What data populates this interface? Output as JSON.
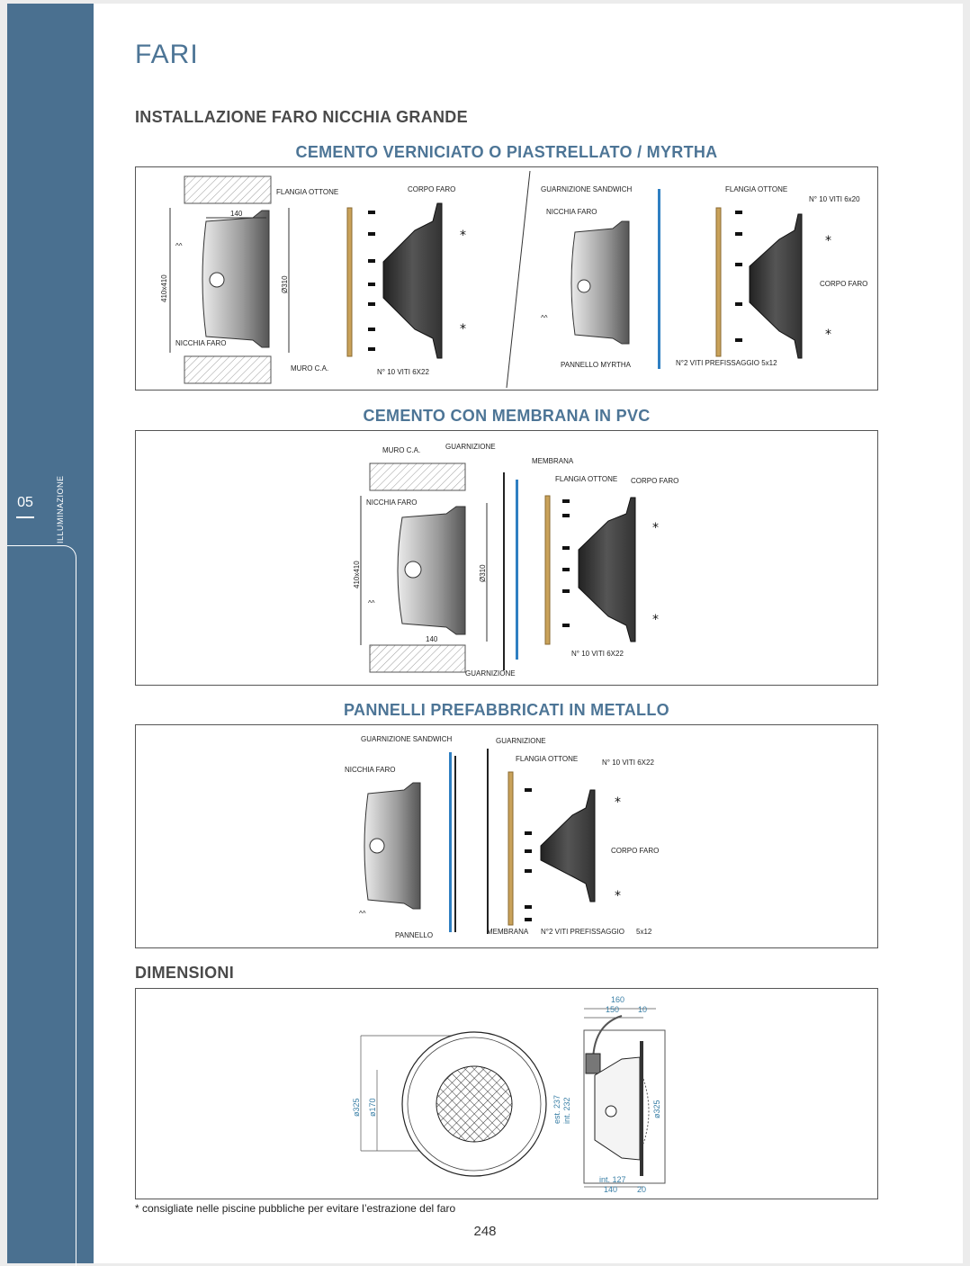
{
  "sidebar": {
    "chapter_number": "05",
    "chapter_name": "ILLUMINAZIONE"
  },
  "title": "FARI",
  "section_install": "INSTALLAZIONE FARO NICCHIA GRANDE",
  "panel1": {
    "heading": "CEMENTO VERNICIATO O PIASTRELLATO / MYRTHA",
    "labels": {
      "flangia": "FLANGIA OTTONE",
      "corpo": "CORPO FARO",
      "nicchia": "NICCHIA FARO",
      "muro": "MURO C.A.",
      "viti": "N° 10 VITI 6X22",
      "dim_140": "140",
      "dim_410": "410x410",
      "dim_310": "Ø310",
      "arrow": "^^",
      "star": "*",
      "guarnizione_sandwich": "GUARNIZIONE SANDWICH",
      "nicchia2": "NICCHIA FARO",
      "flangia2": "FLANGIA OTTONE",
      "viti2": "N° 10 VITI 6x20",
      "corpo2": "CORPO FARO",
      "pannello_myrtha": "PANNELLO MYRTHA",
      "viti_pref": "N°2 VITI PREFISSAGGIO 5x12"
    }
  },
  "panel2": {
    "heading": "CEMENTO CON MEMBRANA IN PVC",
    "labels": {
      "muro": "MURO C.A.",
      "guarnizione": "GUARNIZIONE",
      "membrana": "MEMBRANA",
      "flangia": "FLANGIA OTTONE",
      "corpo": "CORPO FARO",
      "nicchia": "NICCHIA FARO",
      "dim_410": "410x410",
      "dim_310": "Ø310",
      "dim_140": "140",
      "arrow": "^^",
      "viti": "N° 10 VITI 6X22",
      "guarnizione_bottom": "GUARNIZIONE",
      "star": "*"
    }
  },
  "panel3": {
    "heading": "PANNELLI PREFABBRICATI IN METALLO",
    "labels": {
      "guarnizione_sandwich": "GUARNIZIONE SANDWICH",
      "guarnizione": "GUARNIZIONE",
      "flangia": "FLANGIA OTTONE",
      "viti": "N° 10 VITI 6X22",
      "nicchia": "NICCHIA FARO",
      "corpo": "CORPO FARO",
      "arrow": "^^",
      "pannello": "PANNELLO",
      "membrana": "MEMBRANA",
      "viti_pref": "N°2 VITI PREFISSAGGIO",
      "viti_pref_size": "5x12",
      "star": "*"
    }
  },
  "section_dim": "DIMENSIONI",
  "panel4": {
    "front": {
      "d_outer": "ø325",
      "d_inner": "ø170"
    },
    "side": {
      "w160": "160",
      "w150": "150",
      "w10": "10",
      "est": "est. 237",
      "int": "int. 232",
      "d325": "ø325",
      "int127": "int. 127",
      "w140": "140",
      "w20": "20"
    }
  },
  "footnote": "* consigliate nelle piscine pubbliche per evitare l’estrazione del faro",
  "page_number": "248",
  "colors": {
    "accent": "#4d7596",
    "sidebar": "#4a7090",
    "dim_blue": "#3a7fa6",
    "brass": "#c9a25a",
    "membrane": "#2f7fc2"
  }
}
